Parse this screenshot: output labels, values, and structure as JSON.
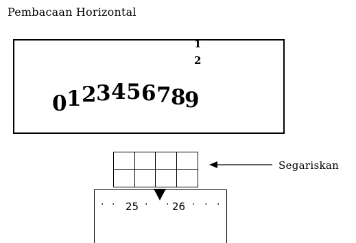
{
  "title": "Pembacaan Horizontal",
  "fraction": {
    "numerator": "1",
    "denominator": "2"
  },
  "digits": [
    "0",
    "1",
    "2",
    "3",
    "4",
    "5",
    "6",
    "7",
    "8",
    "9"
  ],
  "arrow_label": "Segariskan",
  "scale_labels": [
    "25",
    "26"
  ],
  "icon": "pointer-triangle-icon"
}
